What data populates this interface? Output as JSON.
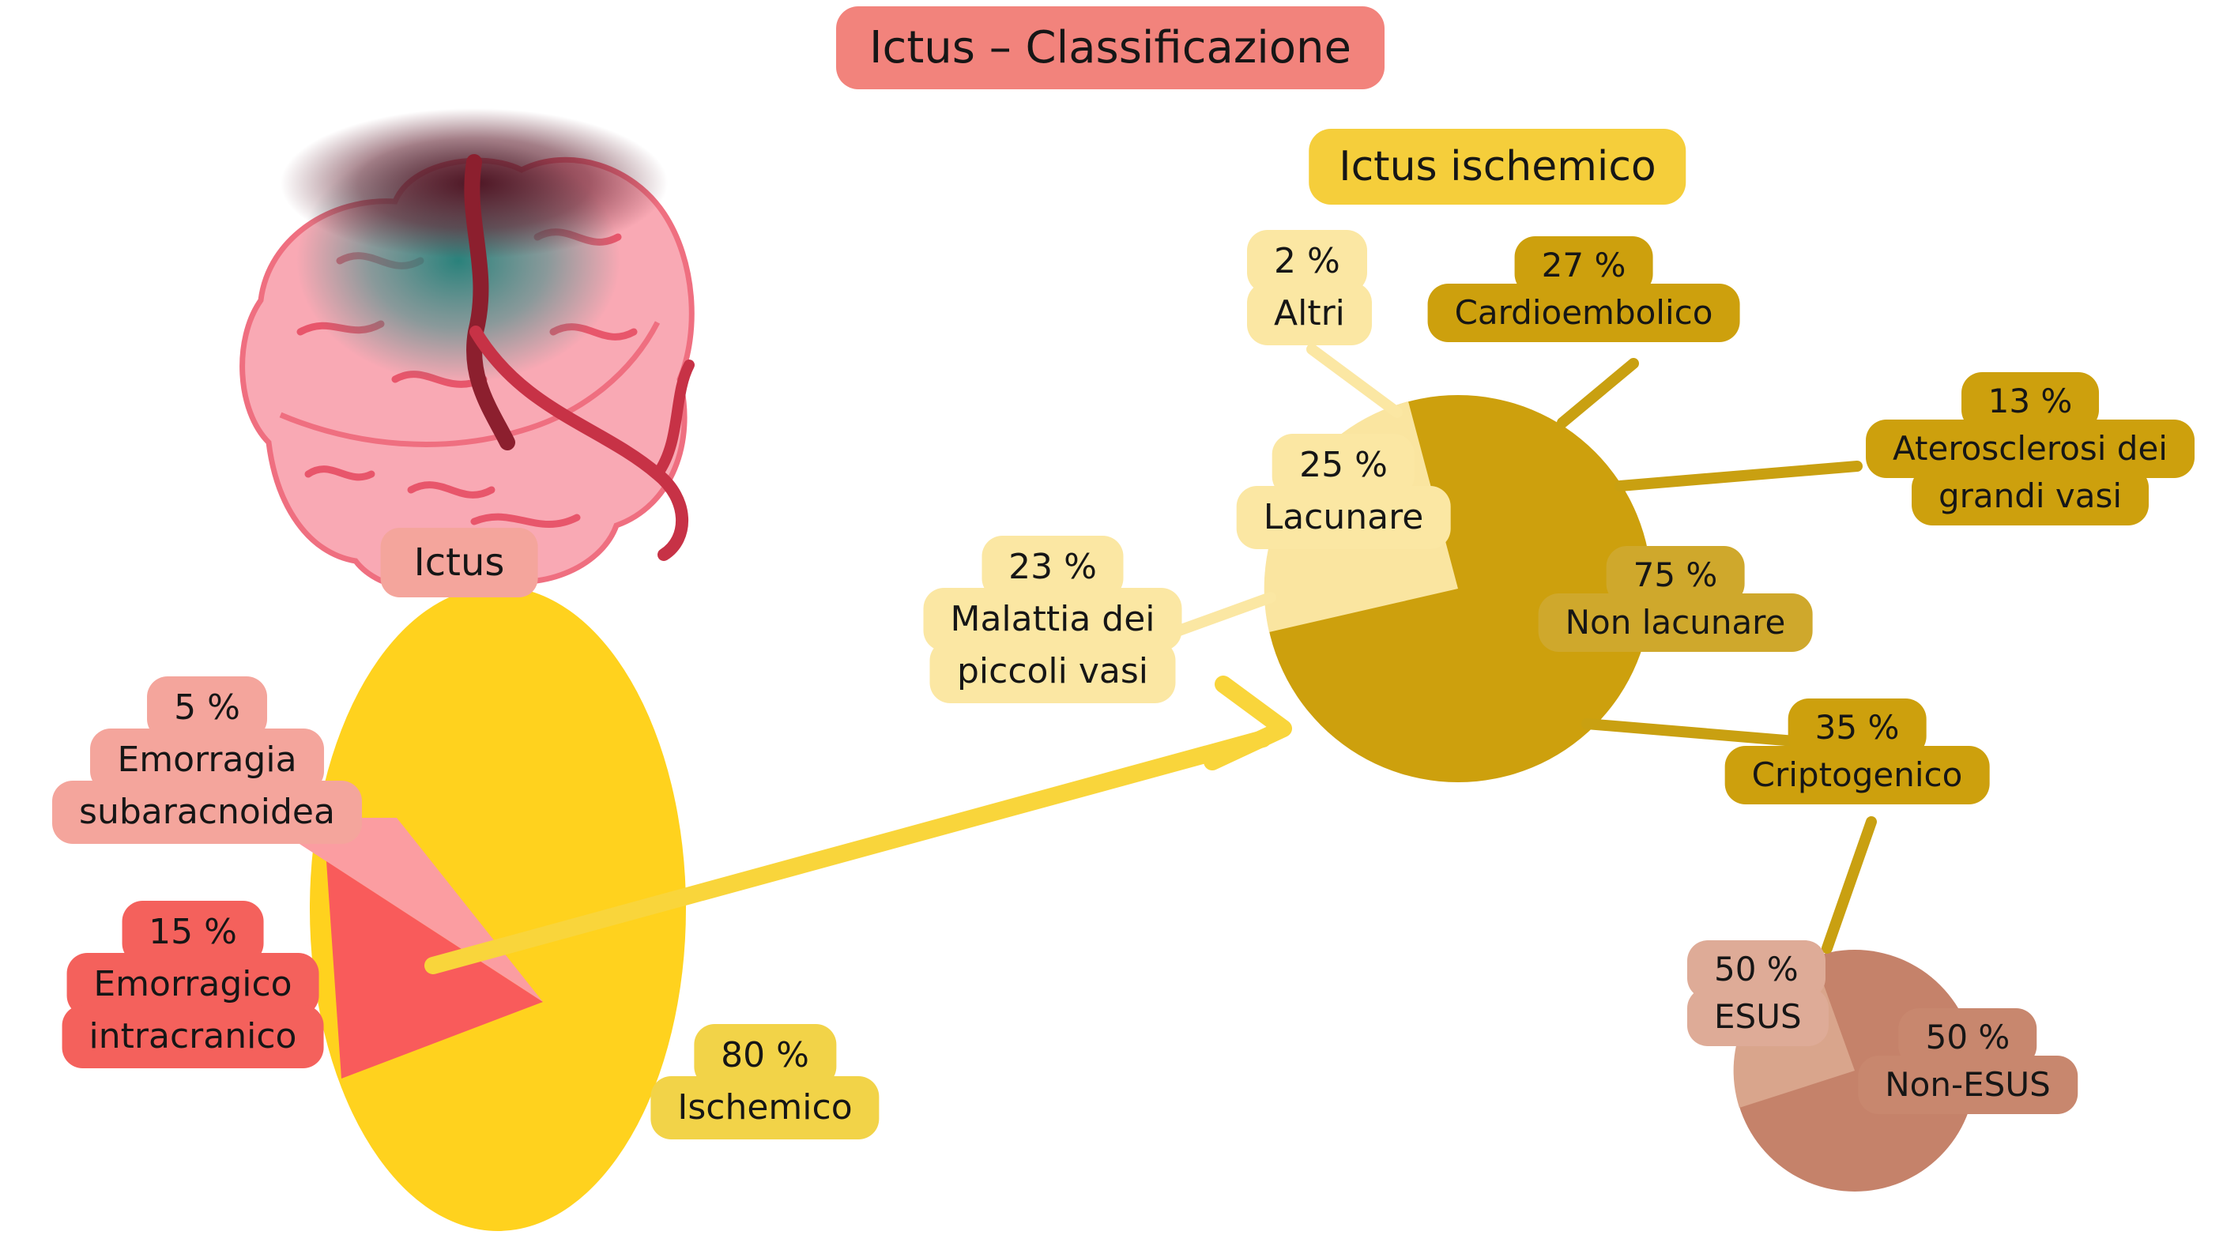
{
  "title": "Ictus – Classificazione",
  "brain_label": "Ictus",
  "pie2_title": "Ictus ischemico",
  "colors": {
    "title_badge": "#F2837C",
    "salmon_light": "#F4A59C",
    "red": "#F4615C",
    "yellow_pie": "#FFD21E",
    "yellow_badge": "#F5CE3B",
    "yellow_label": "#F2D348",
    "pale_yellow": "#FBE7A3",
    "gold": "#CDA00D",
    "gold_light": "#CFA82C",
    "tan": "#DEAB97",
    "terracotta": "#C8876E",
    "arrow": "#F9D53B"
  },
  "chart_data": [
    {
      "type": "pie",
      "title": "Ictus",
      "categories": [
        "Ischemico",
        "Emorragico intracranico",
        "Emorragia subaracnoidea"
      ],
      "values": [
        80,
        15,
        5
      ],
      "slices": [
        {
          "label": "Ischemico",
          "value": 80,
          "color": "#FFD21E"
        },
        {
          "label": "Emorragico intracranico",
          "value": 15,
          "color": "#F95B5B"
        },
        {
          "label": "Emorragia subaracnoidea",
          "value": 5,
          "color": "#FB9DA1"
        }
      ]
    },
    {
      "type": "pie",
      "title": "Ictus ischemico",
      "categories": [
        "Non lacunare",
        "Lacunare",
        "Altri"
      ],
      "values": [
        75,
        25,
        2
      ],
      "slices": [
        {
          "label": "Non lacunare",
          "value": 75,
          "color": "#CDA00D"
        },
        {
          "label": "Lacunare",
          "value": 25,
          "color": "#FAE5A0"
        },
        {
          "label": "Altri",
          "value": 2,
          "color": "#FAE5A0"
        }
      ],
      "breakdown": {
        "Non lacunare": [
          {
            "label": "Cardioembolico",
            "value": 27
          },
          {
            "label": "Aterosclerosi dei grandi vasi",
            "value": 13
          },
          {
            "label": "Criptogenico",
            "value": 35
          }
        ],
        "Lacunare": [
          {
            "label": "Malattia dei piccoli vasi",
            "value": 23
          }
        ],
        "Altri": [
          {
            "label": "Altri",
            "value": 2
          }
        ]
      }
    },
    {
      "type": "pie",
      "title": "Criptogenico",
      "categories": [
        "ESUS",
        "Non-ESUS"
      ],
      "values": [
        50,
        50
      ],
      "slices": [
        {
          "label": "ESUS",
          "value": 50,
          "color": "#D9A58C"
        },
        {
          "label": "Non-ESUS",
          "value": 50,
          "color": "#C5826A"
        }
      ]
    }
  ],
  "labels": {
    "b5": [
      "5 %",
      "Emorragia",
      "subaracnoidea"
    ],
    "b15": [
      "15 %",
      "Emorragico",
      "intracranico"
    ],
    "b80": [
      "80 %",
      "Ischemico"
    ],
    "b2": [
      "2 %",
      "Altri"
    ],
    "b25": [
      "25 %",
      "Lacunare"
    ],
    "b23": [
      "23 %",
      "Malattia dei",
      "piccoli vasi"
    ],
    "b27": [
      "27 %",
      "Cardioembolico"
    ],
    "b13": [
      "13 %",
      "Aterosclerosi dei",
      "grandi vasi"
    ],
    "b75": [
      "75 %",
      "Non lacunare"
    ],
    "b35": [
      "35 %",
      "Criptogenico"
    ],
    "b50e": [
      "50 %",
      "ESUS"
    ],
    "b50n": [
      "50 %",
      "Non-ESUS"
    ]
  }
}
